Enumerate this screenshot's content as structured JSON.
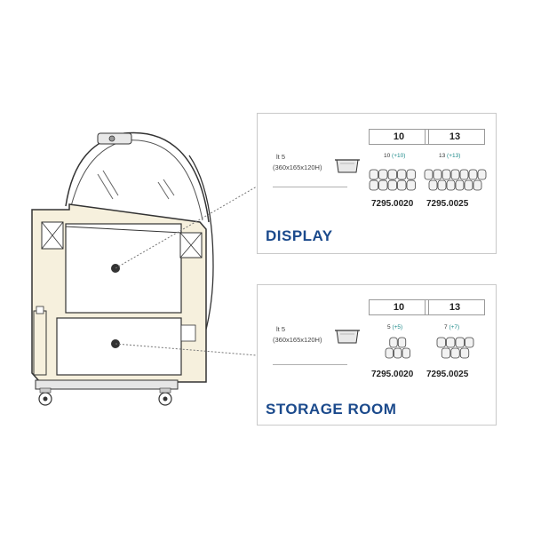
{
  "display": {
    "title": "DISPLAY",
    "spec_label": "lt 5",
    "spec_dims": "(360x165x120H)",
    "col1_head": "10",
    "col2_head": "13",
    "col1_count": "10",
    "col1_extra": "(+10)",
    "col2_count": "13",
    "col2_extra": "(+13)",
    "col1_code": "7295.0020",
    "col2_code": "7295.0025"
  },
  "storage": {
    "title": "STORAGE ROOM",
    "spec_label": "lt 5",
    "spec_dims": "(360x165x120H)",
    "col1_head": "10",
    "col2_head": "13",
    "col1_count": "5",
    "col1_extra": "(+5)",
    "col2_count": "7",
    "col2_extra": "(+7)",
    "col1_code": "7295.0020",
    "col2_code": "7295.0025"
  },
  "colors": {
    "title_blue": "#1b4a8c",
    "extra_teal": "#1e8a8a",
    "cabinet_fill": "#f6f0dd"
  }
}
